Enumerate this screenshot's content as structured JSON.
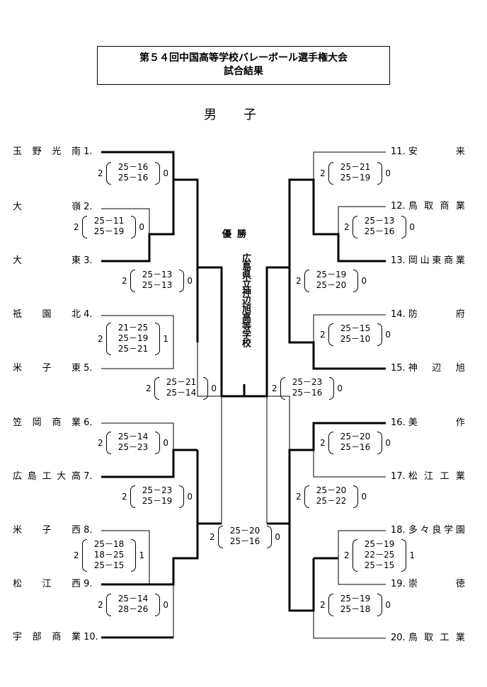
{
  "title_line1": "第５４回中国高等学校バレーボール選手権大会",
  "title_line2": "試合結果",
  "subtitle": "男子",
  "champion_label": "優勝",
  "champion_name": "広島県立神辺旭高等学校",
  "left_teams": [
    {
      "name": "玉野光南",
      "no": "1."
    },
    {
      "name": "大嶺",
      "no": "2."
    },
    {
      "name": "大東",
      "no": "3."
    },
    {
      "name": "祗園北",
      "no": "4."
    },
    {
      "name": "米子東",
      "no": "5."
    },
    {
      "name": "笠岡商業",
      "no": "6."
    },
    {
      "name": "広島工大高",
      "no": "7."
    },
    {
      "name": "米子西",
      "no": "8."
    },
    {
      "name": "松江西",
      "no": "9."
    },
    {
      "name": "宇部商業",
      "no": "10."
    }
  ],
  "right_teams": [
    {
      "name": "安来",
      "no": "11."
    },
    {
      "name": "鳥取商業",
      "no": "12."
    },
    {
      "name": "岡山東商業",
      "no": "13."
    },
    {
      "name": "防府",
      "no": "14."
    },
    {
      "name": "神辺旭",
      "no": "15."
    },
    {
      "name": "美作",
      "no": "16."
    },
    {
      "name": "松江工業",
      "no": "17."
    },
    {
      "name": "多々良学園",
      "no": "18."
    },
    {
      "name": "崇徳",
      "no": "19."
    },
    {
      "name": "鳥取工業",
      "no": "20."
    }
  ],
  "scores": {
    "s_1_2v3": {
      "win": "2",
      "sets": [
        "25－16",
        "25－16"
      ],
      "loss": "0"
    },
    "s_2v3": {
      "win": "2",
      "sets": [
        "25－11",
        "25－19"
      ],
      "loss": "0"
    },
    "s_top_l": {
      "win": "2",
      "sets": [
        "25－13",
        "25－13"
      ],
      "loss": "0"
    },
    "s_4v5": {
      "win": "2",
      "sets": [
        "21－25",
        "25－19",
        "25－21"
      ],
      "loss": "1"
    },
    "s_semi_l": {
      "win": "2",
      "sets": [
        "25－21",
        "25－14"
      ],
      "loss": "0"
    },
    "s_6v7": {
      "win": "2",
      "sets": [
        "25－14",
        "25－23"
      ],
      "loss": "0"
    },
    "s_mid_l": {
      "win": "2",
      "sets": [
        "25－23",
        "25－19"
      ],
      "loss": "0"
    },
    "s_8v9": {
      "win": "2",
      "sets": [
        "25－18",
        "18－25",
        "25－15"
      ],
      "loss": "1"
    },
    "s_8_9v10": {
      "win": "2",
      "sets": [
        "25－14",
        "28－26"
      ],
      "loss": "0"
    },
    "s_bot_l": {
      "win": "2",
      "sets": [
        "25－20",
        "25－16"
      ],
      "loss": "0"
    },
    "s_11v12_13": {
      "win": "2",
      "sets": [
        "25－21",
        "25－19"
      ],
      "loss": "0"
    },
    "s_12v13": {
      "win": "2",
      "sets": [
        "25－13",
        "25－16"
      ],
      "loss": "0"
    },
    "s_top_r": {
      "win": "2",
      "sets": [
        "25－19",
        "25－20"
      ],
      "loss": "0"
    },
    "s_14v15": {
      "win": "2",
      "sets": [
        "25－15",
        "25－10"
      ],
      "loss": "0"
    },
    "s_final": {
      "win": "2",
      "sets": [
        "25－23",
        "25－16"
      ],
      "loss": "0"
    },
    "s_16v17": {
      "win": "2",
      "sets": [
        "25－20",
        "25－16"
      ],
      "loss": "0"
    },
    "s_mid_r": {
      "win": "2",
      "sets": [
        "25－20",
        "25－22"
      ],
      "loss": "0"
    },
    "s_18v19": {
      "win": "2",
      "sets": [
        "25－19",
        "22－25",
        "25－15"
      ],
      "loss": "1"
    },
    "s_18_19v20": {
      "win": "2",
      "sets": [
        "25－19",
        "25－18"
      ],
      "loss": "0"
    }
  }
}
